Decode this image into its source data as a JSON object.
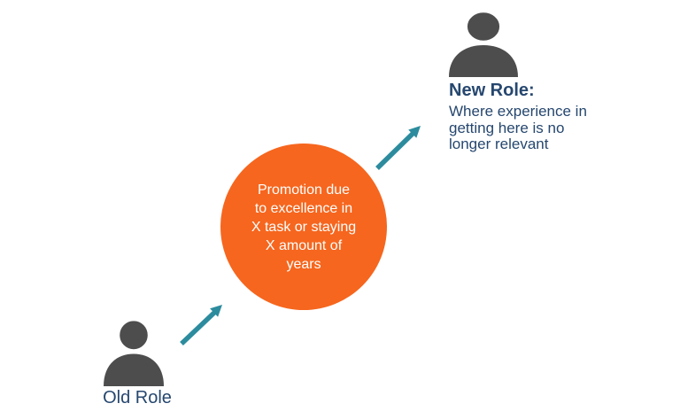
{
  "colors": {
    "background": "#FFFFFF",
    "orange": "#F6661E",
    "teal": "#2C8C9E",
    "navy": "#26476F",
    "icon_gray": "#4D4D4D",
    "circle_text": "#FFFFFF"
  },
  "old_role": {
    "label": "Old Role"
  },
  "promotion_circle": {
    "lines": [
      "Promotion due",
      "to excellence in",
      "X task or staying",
      "X amount of",
      "years"
    ]
  },
  "new_role": {
    "title": "New Role:",
    "lines": [
      "Where experience in",
      "getting here is no",
      "longer relevant"
    ]
  }
}
